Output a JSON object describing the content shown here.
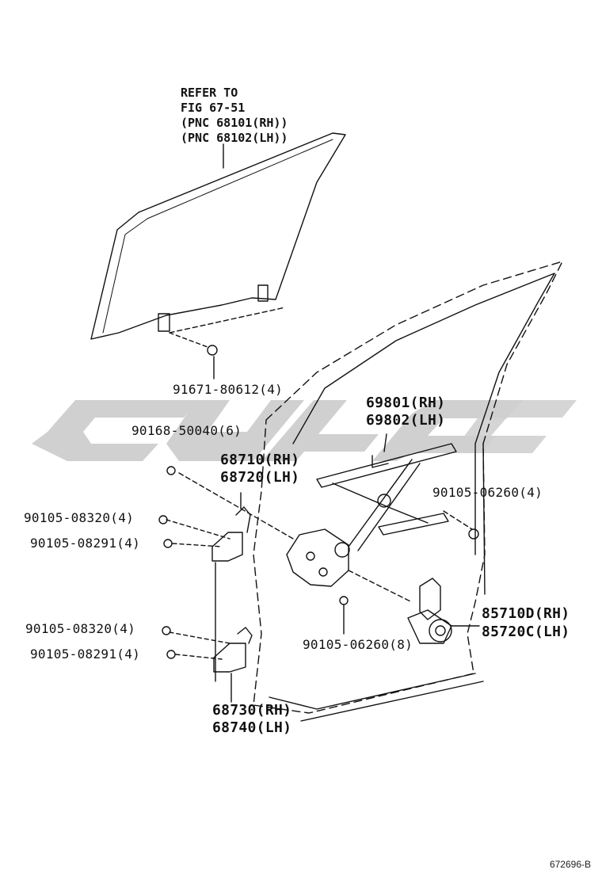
{
  "refer_note": [
    "REFER TO",
    "FIG 67-51",
    "(PNC 68101(RH))",
    "(PNC 68102(LH))"
  ],
  "labels": {
    "bolt_91671": "91671-80612(4)",
    "regulator_rh": "69801(RH)",
    "regulator_lh": "69802(LH)",
    "bolt_90168": "90168-50040(6)",
    "upper_hinge_rh": "68710(RH)",
    "upper_hinge_lh": "68720(LH)",
    "bolt_90105_06260_right": "90105-06260(4)",
    "bolt_upper_08320": "90105-08320(4)",
    "bolt_upper_08291": "90105-08291(4)",
    "motor_rh": "85710D(RH)",
    "motor_lh": "85720C(LH)",
    "bolt_lower_08320": "90105-08320(4)",
    "bolt_90105_06260_bottom": "90105-06260(8)",
    "bolt_lower_08291": "90105-08291(4)",
    "lower_hinge_rh": "68730(RH)",
    "lower_hinge_lh": "68740(LH)"
  },
  "diagram_code": "672696-B",
  "colors": {
    "line": "#111111",
    "watermark": "#c8c8c8"
  }
}
